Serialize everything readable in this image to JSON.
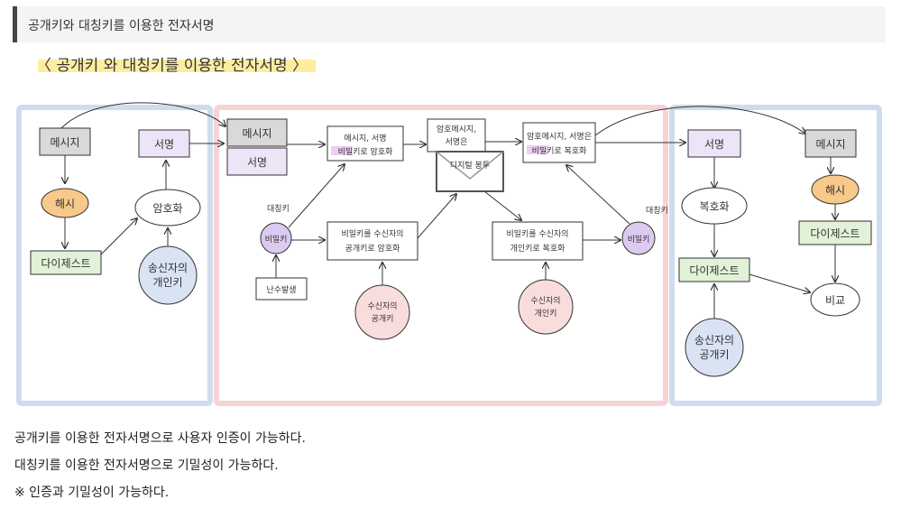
{
  "header": {
    "title": "공개키와 대칭키를 이용한 전자서명"
  },
  "diagram": {
    "title": "〈 공개키 와 대칭키를 이용한 전자서명 〉",
    "left": {
      "message": "메시지",
      "hash": "해시",
      "digest": "다이제스트",
      "signature": "서명",
      "encrypt": "암호화",
      "private_key": [
        "송신자의",
        "개인키"
      ]
    },
    "middle": {
      "message": "메시지",
      "signature": "서명",
      "encrypt_sym": [
        "메시지, 서명",
        "비밀키로 암호화"
      ],
      "encrypted": [
        "암호메시지,",
        "서명은"
      ],
      "envelope": "디지털 봉투",
      "decrypt_box": [
        "암호메시지, 서명은",
        "비밀키로 복호화"
      ],
      "secret_key_label": "대칭키",
      "secret_key": "비밀키",
      "gen": "난수발생",
      "encrypt_key": [
        "비밀키를 수신자의",
        "공개키로 암호화"
      ],
      "receiver_pub": [
        "수신자의",
        "공개키"
      ],
      "decrypt_key": [
        "비밀키를 수신자의",
        "개인키로 복호화"
      ],
      "secret_key2_label": "대칭키",
      "secret_key2": "비밀키",
      "receiver_priv": [
        "수신자의",
        "개인키"
      ]
    },
    "right": {
      "signature": "서명",
      "decrypt": "복호화",
      "digest": "다이제스트",
      "message": "메시지",
      "hash": "해시",
      "digest2": "다이제스트",
      "compare": "비교",
      "sender_pub": [
        "송신자의",
        "공개키"
      ]
    }
  },
  "footer": {
    "lines": [
      "공개키를 이용한 전자서명으로 사용자 인증이 가능하다.",
      "대칭키를 이용한 전자서명으로 기밀성이 가능하다.",
      "※ 인증과 기밀성이 가능하다."
    ]
  },
  "colors": {
    "blue_panel": "#cfdcef",
    "pink_panel": "#f6d4d4",
    "gray_box": "#d9d9d9",
    "green_box": "#e2f2d9",
    "orange": "#f7c98a",
    "lilac": "#dccaf0",
    "pink_circle": "#f9dcdc",
    "blue_circle": "#d9e3f4",
    "highlight": "#fbe98a"
  }
}
